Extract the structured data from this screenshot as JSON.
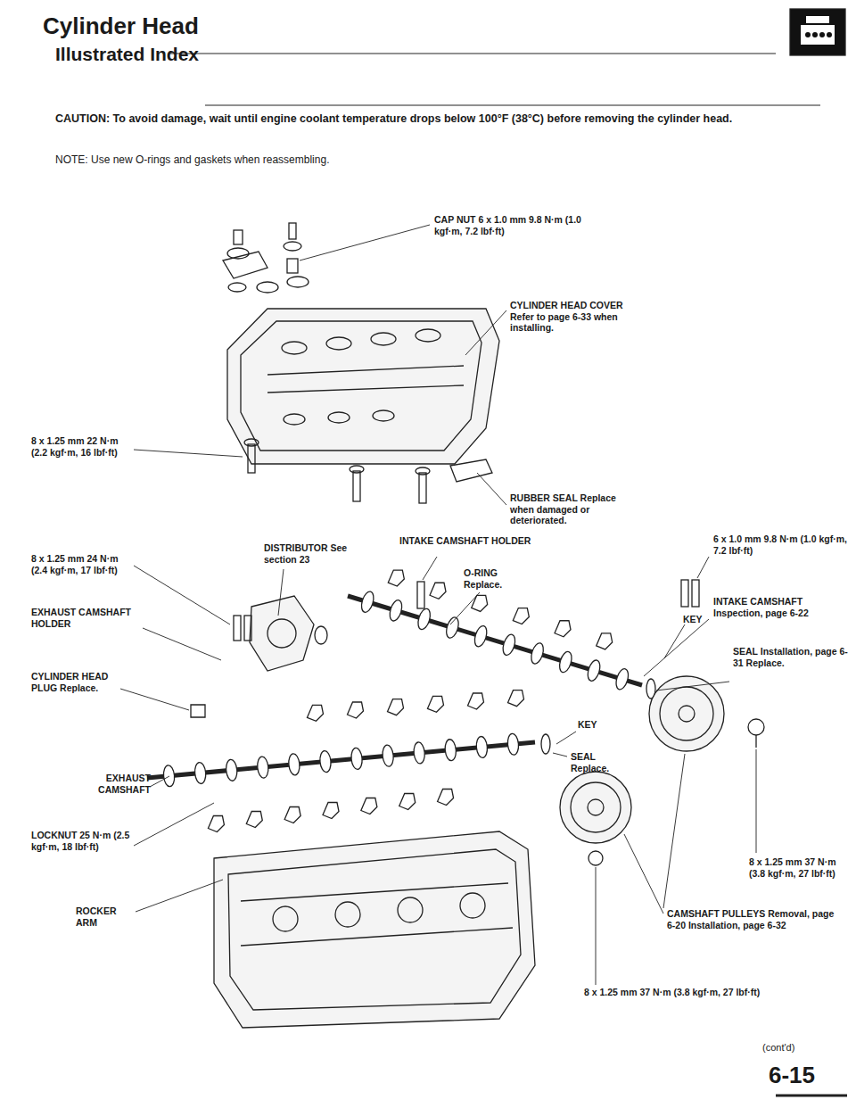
{
  "diagram": {
    "title": "Cylinder Head",
    "labels": [
      "Illustrated Index",
      "CAUTION: To avoid damage, wait until engine coolant temperature drops below 100°F (38°C) before removing the cylinder head.",
      "NOTE: Use new O-rings and gaskets when reassembling.",
      "CAP NUT 6 x 1.0 mm 9.8 N·m (1.0 kgf·m, 7.2 lbf·ft)",
      "CYLINDER HEAD COVER Refer to page 6-33 when installing.",
      "8 x 1.25 mm 22 N·m (2.2 kgf·m, 16 lbf·ft)",
      "RUBBER SEAL Replace when damaged or deteriorated.",
      "DISTRIBUTOR See section 23",
      "INTAKE CAMSHAFT HOLDER",
      "8 x 1.25 mm 24 N·m (2.4 kgf·m, 17 lbf·ft)",
      "O-RING Replace.",
      "6 x 1.0 mm 9.8 N·m (1.0 kgf·m, 7.2 lbf·ft)",
      "EXHAUST CAMSHAFT HOLDER",
      "KEY",
      "INTAKE CAMSHAFT Inspection, page 6-22",
      "CYLINDER HEAD PLUG Replace.",
      "SEAL Installation, page 6-31 Replace.",
      "EXHAUST CAMSHAFT",
      "KEY",
      "SEAL Replace.",
      "LOCKNUT 25 N·m (2.5 kgf·m, 18 lbf·ft)",
      "8 x 1.25 mm 37 N·m (3.8 kgf·m, 27 lbf·ft)",
      "ROCKER ARM",
      "CAMSHAFT PULLEYS Removal, page 6-20 Installation, page 6-32",
      "8 x 1.25 mm 37 N·m (3.8 kgf·m, 27 lbf·ft)",
      "(cont'd)",
      "6-15"
    ]
  }
}
